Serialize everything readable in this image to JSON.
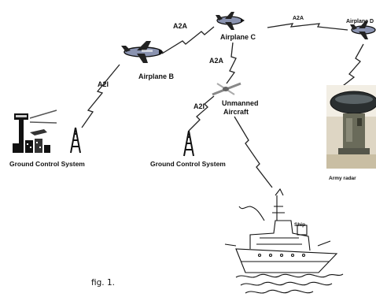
{
  "nodes": {
    "airplane_b": "Airplane B",
    "airplane_c": "Airplane C",
    "airplane_d": "Airplane D",
    "unmanned_line1": "Unmanned",
    "unmanned_line2": "Aircraft",
    "ground_left": "Ground Control System",
    "ground_mid": "Ground Control System",
    "army_radar": "Army radar",
    "ship": "Ship"
  },
  "links": {
    "a2i_left": "A2I",
    "a2a_bc": "A2A",
    "a2a_cd": "A2A",
    "a2a_cu": "A2A",
    "a2i_mid": "A2I"
  },
  "caption": "fig. 1."
}
